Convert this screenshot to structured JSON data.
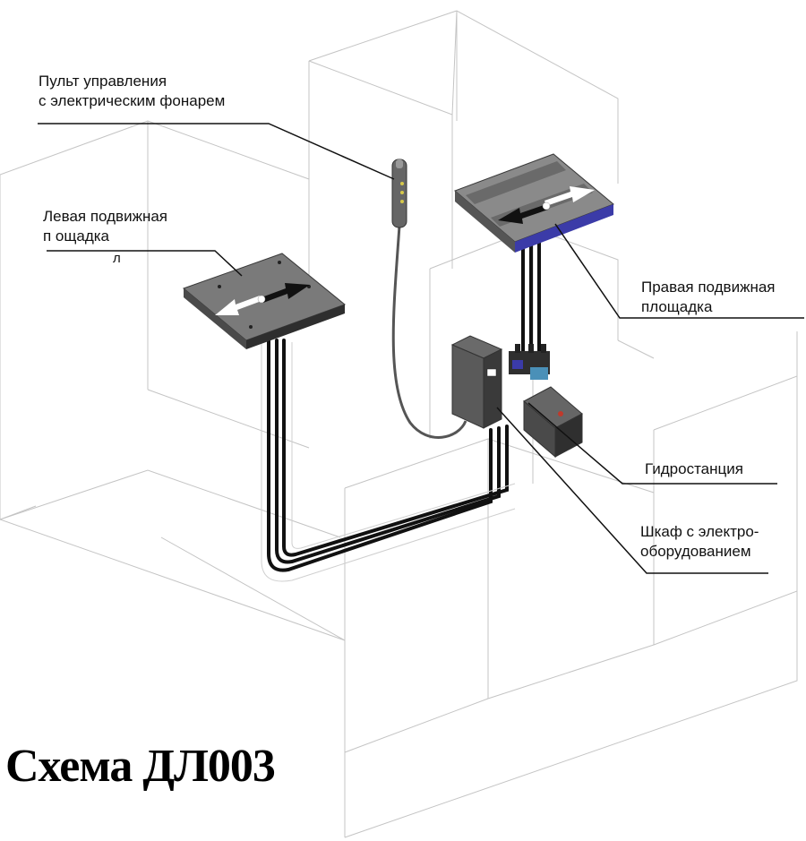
{
  "labels": {
    "remote_line1": "Пульт управления",
    "remote_line2": "с электрическим фонарем",
    "left_line1": "Левая подвижная",
    "left_line2": "п  ощадка",
    "left_line3": "л",
    "right_line1": "Правая подвижная",
    "right_line2": "площадка",
    "hydro": "Гидростанция",
    "cabinet_line1": "Шкаф с электро-",
    "cabinet_line2": "оборудованием"
  },
  "title": "Схема ДЛ003",
  "colors": {
    "wireframe": "#bdbdbd",
    "platform": "#6e6e6e",
    "platform_dark": "#3a3a3a",
    "accent_blue": "#3b3ba8",
    "hose": "#111111",
    "leader": "#111111"
  }
}
